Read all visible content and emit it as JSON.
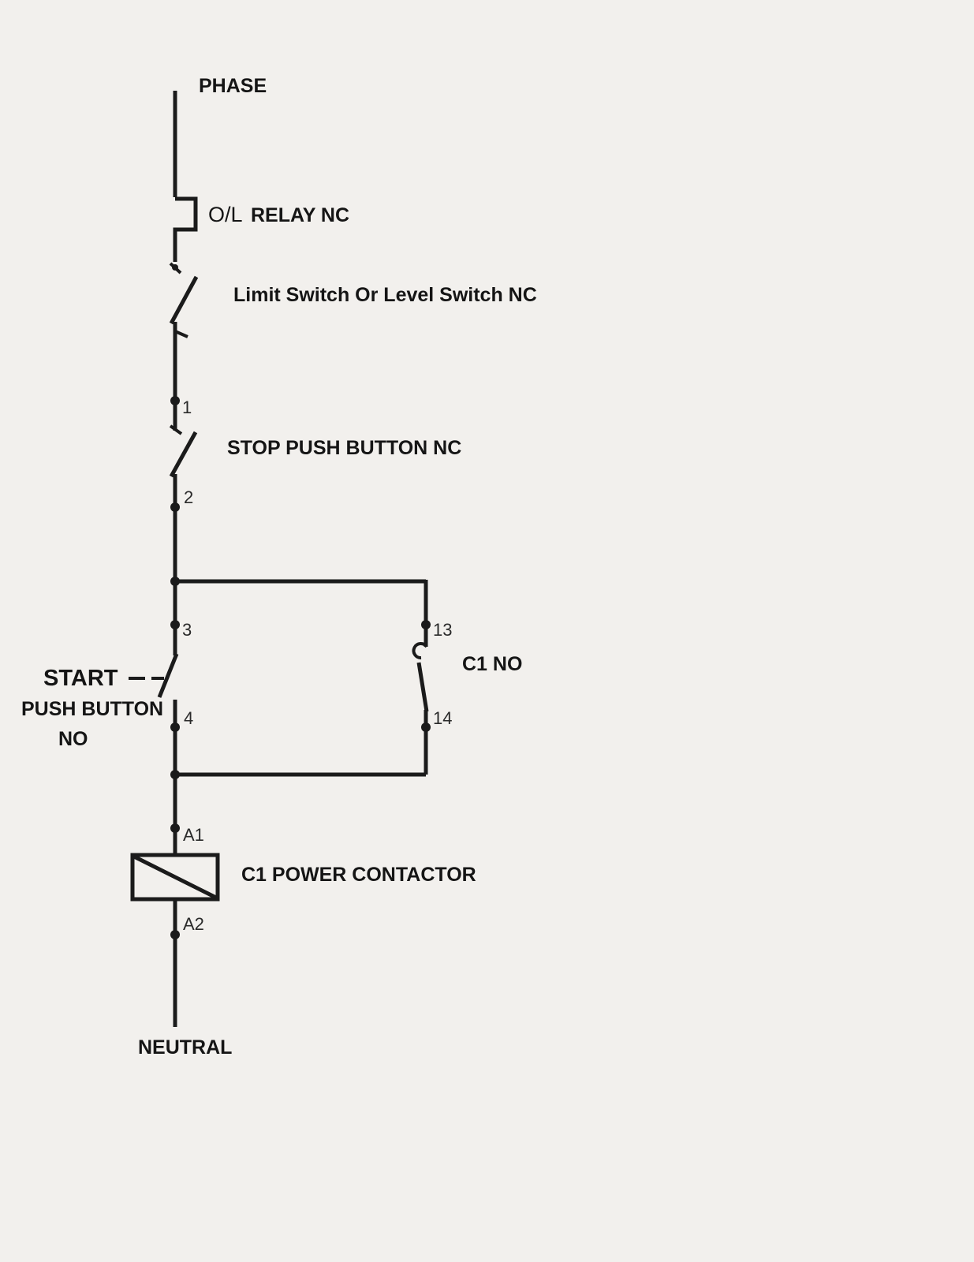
{
  "diagram": {
    "top_label": "PHASE",
    "bottom_label": "NEUTRAL",
    "components": {
      "ol_relay_prefix": "O/L",
      "ol_relay": "RELAY NC",
      "limit_switch": "Limit Switch Or Level Switch NC",
      "stop_button": "STOP PUSH BUTTON NC",
      "start_button_line1": "START",
      "start_button_line2": "PUSH BUTTON",
      "start_button_line3": "NO",
      "holding_contact": "C1 NO",
      "contactor_coil": "C1 POWER CONTACTOR"
    },
    "terminals": {
      "t1": "1",
      "t2": "2",
      "t3": "3",
      "t4": "4",
      "t13": "13",
      "t14": "14",
      "a1": "A1",
      "a2": "A2"
    },
    "colors": {
      "wire": "#1b1b1b",
      "background": "#f2f0ed"
    }
  }
}
